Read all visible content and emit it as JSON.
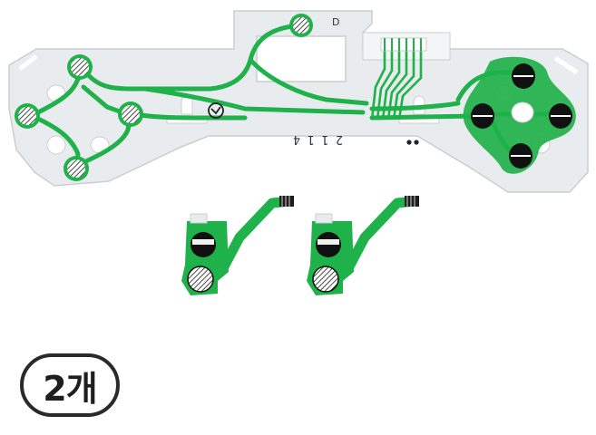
{
  "product_photo": {
    "main_board": {
      "silkscreen_code": "2 1 1 4",
      "corner_mark": "D"
    },
    "colors": {
      "film": "#e9ecee",
      "film_edge": "#c9ced2",
      "trace": "#1fb14a",
      "trace_dark": "#0f8a36",
      "contact_black": "#111111"
    }
  },
  "quantity_badge": {
    "text": "2개"
  }
}
